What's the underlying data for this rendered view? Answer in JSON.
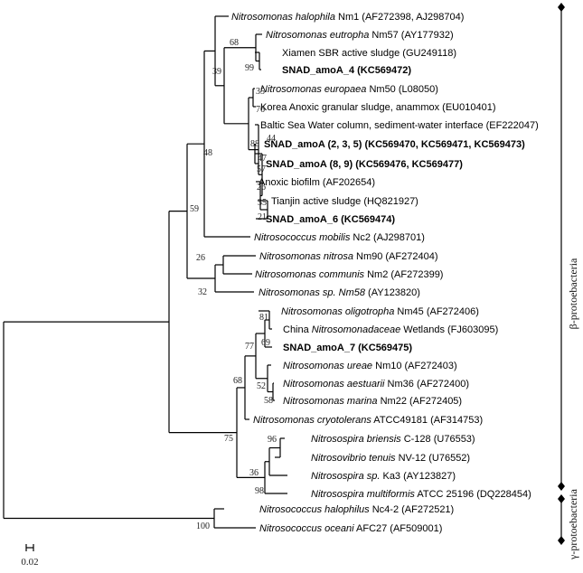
{
  "leaves": [
    {
      "parts": [
        {
          "t": "Nitrosomonas halophila",
          "i": true
        },
        {
          "t": " Nm1 (AF272398, AJ298704)"
        }
      ]
    },
    {
      "parts": [
        {
          "t": "Nitrosomonas eutropha",
          "i": true
        },
        {
          "t": " Nm57 (AY177932)"
        }
      ]
    },
    {
      "parts": [
        {
          "t": "Xiamen SBR active sludge (GU249118)"
        }
      ]
    },
    {
      "bold": true,
      "parts": [
        {
          "t": "SNAD_amoA_4 (KC569472)"
        }
      ]
    },
    {
      "parts": [
        {
          "t": "Nitrosomonas europaea",
          "i": true
        },
        {
          "t": " Nm50 (L08050)"
        }
      ]
    },
    {
      "parts": [
        {
          "t": "Korea Anoxic granular sludge, anammox (EU010401)"
        }
      ]
    },
    {
      "parts": [
        {
          "t": "Baltic Sea Water column, sediment-water interface (EF222047)"
        }
      ]
    },
    {
      "bold": true,
      "parts": [
        {
          "t": "SNAD_amoA (2, 3, 5) (KC569470, KC569471, KC569473)"
        }
      ]
    },
    {
      "bold": true,
      "parts": [
        {
          "t": "SNAD_amoA (8, 9) (KC569476, KC569477)"
        }
      ]
    },
    {
      "parts": [
        {
          "t": "Anoxic biofilm (AF202654)"
        }
      ]
    },
    {
      "parts": [
        {
          "t": "Tianjin active sludge (HQ821927)"
        }
      ]
    },
    {
      "bold": true,
      "parts": [
        {
          "t": "SNAD_amoA_6 (KC569474)"
        }
      ]
    },
    {
      "parts": [
        {
          "t": "Nitrosococcus mobilis",
          "i": true
        },
        {
          "t": " Nc2 (AJ298701)"
        }
      ]
    },
    {
      "parts": [
        {
          "t": "Nitrosomonas nitrosa",
          "i": true
        },
        {
          "t": " Nm90 (AF272404)"
        }
      ]
    },
    {
      "parts": [
        {
          "t": "Nitrosomonas communis",
          "i": true
        },
        {
          "t": " Nm2 (AF272399)"
        }
      ]
    },
    {
      "parts": [
        {
          "t": "Nitrosomonas sp. Nm58",
          "i": true
        },
        {
          "t": " (AY123820)"
        }
      ]
    },
    {
      "parts": [
        {
          "t": "Nitrosomonas oligotropha",
          "i": true
        },
        {
          "t": " Nm45 (AF272406)"
        }
      ]
    },
    {
      "parts": [
        {
          "t": "China "
        },
        {
          "t": "Nitrosomonadaceae",
          "i": true
        },
        {
          "t": " Wetlands (FJ603095)"
        }
      ]
    },
    {
      "bold": true,
      "parts": [
        {
          "t": "SNAD_amoA_7 (KC569475)"
        }
      ]
    },
    {
      "parts": [
        {
          "t": "Nitrosomonas ureae",
          "i": true
        },
        {
          "t": " Nm10 (AF272403)"
        }
      ]
    },
    {
      "parts": [
        {
          "t": "Nitrosomonas aestuarii",
          "i": true
        },
        {
          "t": " Nm36 (AF272400)"
        }
      ]
    },
    {
      "parts": [
        {
          "t": "Nitrosomonas marina",
          "i": true
        },
        {
          "t": " Nm22 (AF272405)"
        }
      ]
    },
    {
      "parts": [
        {
          "t": "Nitrosomonas cryotolerans",
          "i": true
        },
        {
          "t": " ATCC49181 (AF314753)"
        }
      ]
    },
    {
      "parts": [
        {
          "t": "Nitrosospira briensis",
          "i": true
        },
        {
          "t": " C-128 (U76553)"
        }
      ]
    },
    {
      "parts": [
        {
          "t": "Nitrosovibrio tenuis",
          "i": true
        },
        {
          "t": " NV-12 (U76552)"
        }
      ]
    },
    {
      "parts": [
        {
          "t": "Nitrosospira sp.",
          "i": true
        },
        {
          "t": " Ka3 (AY123827)"
        }
      ]
    },
    {
      "parts": [
        {
          "t": "Nitrosospira multiformis",
          "i": true
        },
        {
          "t": " ATCC 25196 (DQ228454)"
        }
      ]
    },
    {
      "parts": [
        {
          "t": "Nitrosococcus halophilus",
          "i": true
        },
        {
          "t": " Nc4-2 (AF272521)"
        }
      ]
    },
    {
      "parts": [
        {
          "t": "Nitrosococcus oceani",
          "i": true
        },
        {
          "t": " AFC27 (AF509001)"
        }
      ]
    }
  ],
  "bootstrap": [
    "68",
    "99",
    "39",
    "35",
    "76",
    "44",
    "88",
    "47",
    "57",
    "26",
    "35",
    "21",
    "48",
    "59",
    "26",
    "32",
    "81",
    "69",
    "77",
    "52",
    "58",
    "68",
    "75",
    "96",
    "36",
    "98",
    "100"
  ],
  "groups": {
    "beta": "β-protoebacteria",
    "gamma": "γ-protoebacteria"
  },
  "scale_bar": "0.02"
}
